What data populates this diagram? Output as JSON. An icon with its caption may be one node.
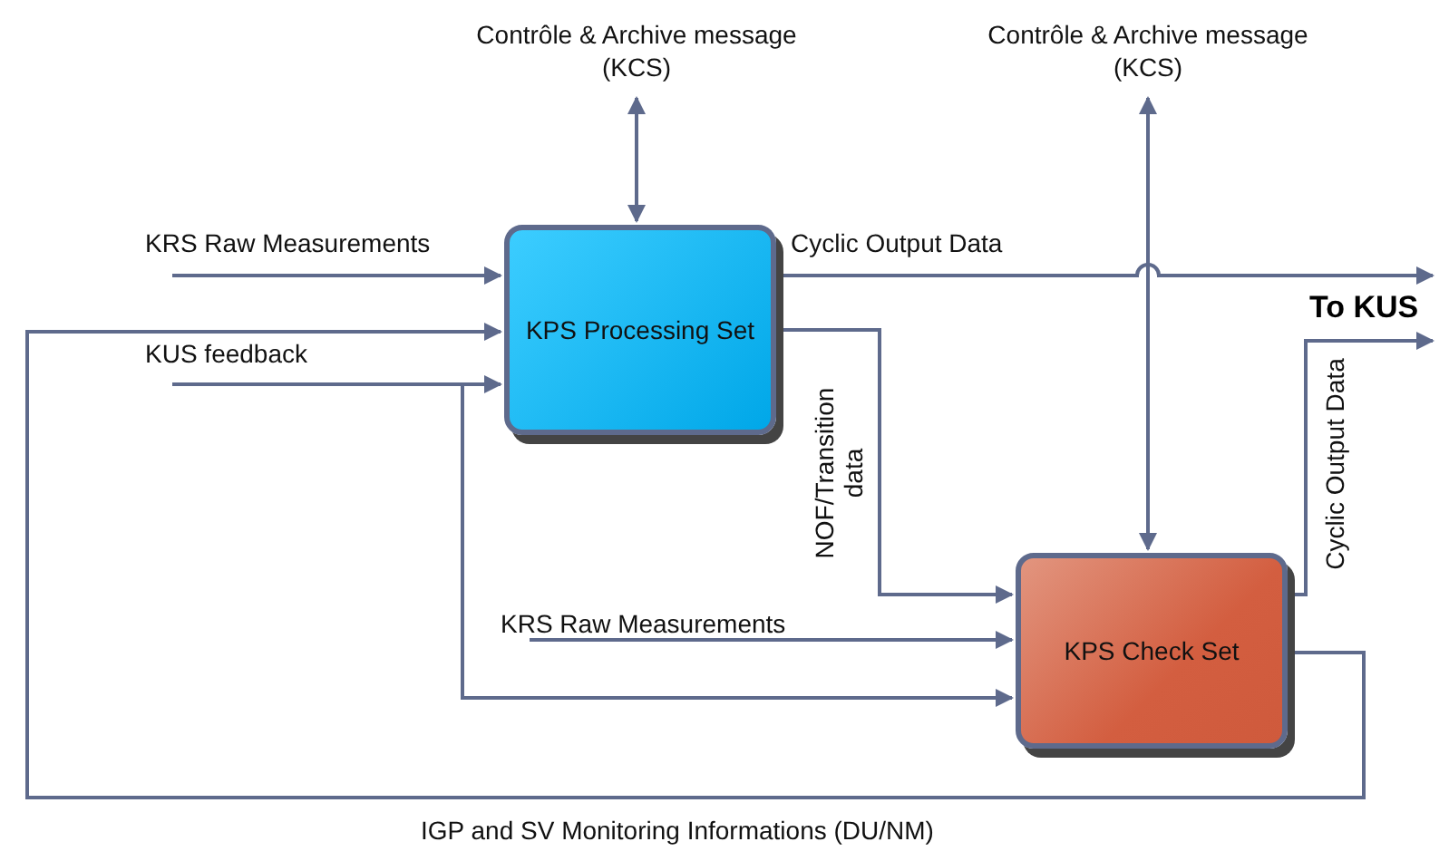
{
  "diagram": {
    "nodes": [
      {
        "text": [
          "KPS Processing Set"
        ]
      },
      {
        "text": [
          "KPS Check Set"
        ]
      },
      {
        "text": [
          "Contrôle & Archive message (KCS)"
        ]
      },
      {
        "text": [
          "Contrôle & Archive message (KCS)"
        ]
      },
      {
        "text": [
          "To KUS"
        ]
      }
    ],
    "edges": [
      {
        "from": null,
        "to": 0,
        "arrow": "to",
        "label": "KRS Raw Measurements"
      },
      {
        "from": 1,
        "to": 0,
        "arrow": "to",
        "label": "IGP and SV Monitoring Informations (DU/NM)"
      },
      {
        "from": null,
        "to": 0,
        "arrow": "to",
        "label": "KUS feedback"
      },
      {
        "from": null,
        "to": 1,
        "arrow": "to"
      },
      {
        "from": 0,
        "to": 2,
        "arrow": "both"
      },
      {
        "from": 0,
        "to": 4,
        "arrow": "to",
        "label": "Cyclic Output Data"
      },
      {
        "from": 0,
        "to": 1,
        "arrow": "to",
        "label": "NOF/Transition data"
      },
      {
        "from": 1,
        "to": 3,
        "arrow": "both"
      },
      {
        "from": null,
        "to": 1,
        "arrow": "to",
        "label": "KRS Raw Measurements"
      },
      {
        "from": 1,
        "to": 4,
        "arrow": "to",
        "label": "Cyclic Output Data"
      }
    ]
  }
}
